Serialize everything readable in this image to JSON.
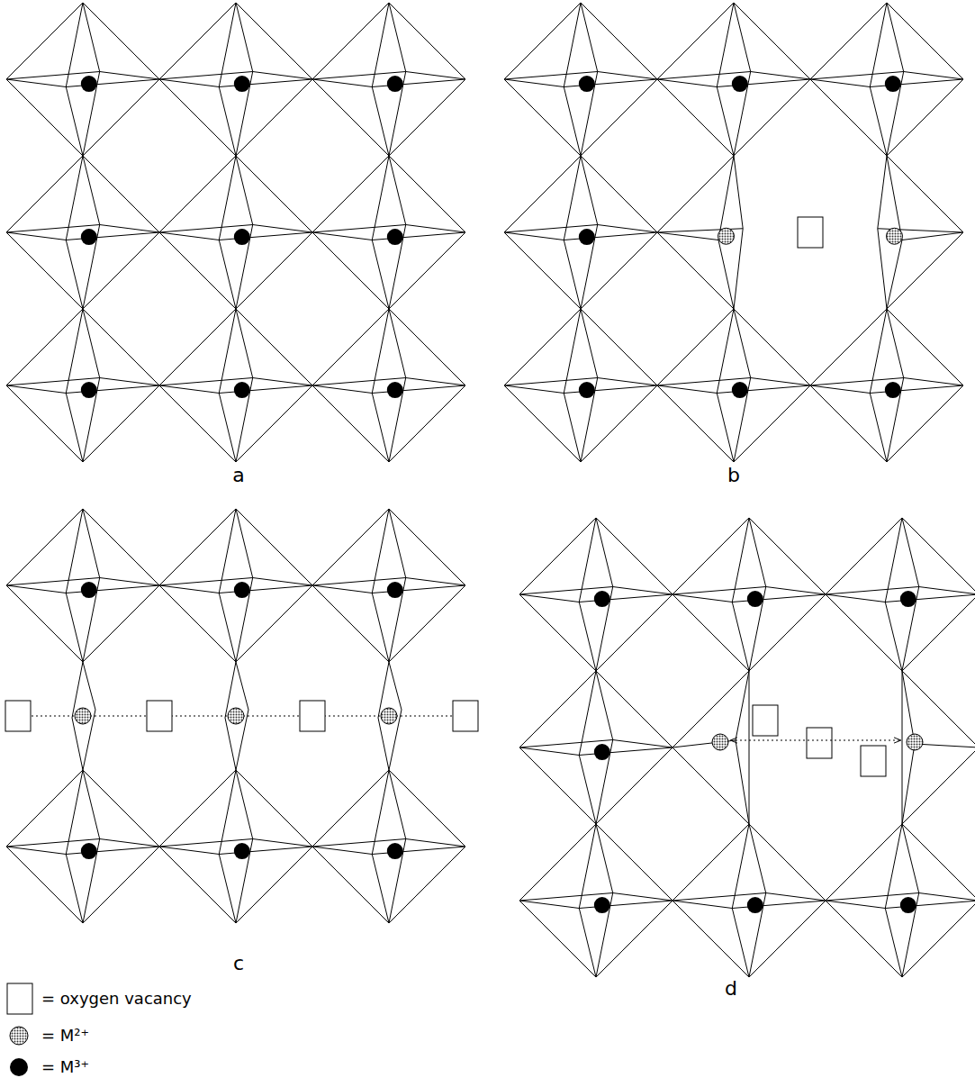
{
  "diagram": {
    "labels": [
      "a",
      "b",
      "c",
      "d"
    ],
    "legend": [
      {
        "text": "= oxygen vacancy"
      },
      {
        "text": "= M²⁺"
      },
      {
        "text": "= M³⁺"
      }
    ]
  }
}
